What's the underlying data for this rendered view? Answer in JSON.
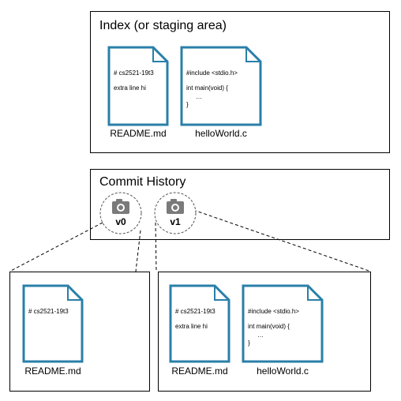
{
  "index": {
    "title": "Index (or staging area)",
    "files": [
      {
        "name": "README.md",
        "lines": [
          "# cs2521-19t3",
          "extra line hi"
        ]
      },
      {
        "name": "helloWorld.c",
        "lines": [
          "#include <stdio.h>",
          "int main(void) {",
          "…",
          "}"
        ]
      }
    ]
  },
  "history": {
    "title": "Commit History",
    "commits": [
      {
        "label": "v0",
        "icon": "camera-icon"
      },
      {
        "label": "v1",
        "icon": "camera-icon"
      }
    ]
  },
  "snapshots": [
    {
      "commit": "v0",
      "files": [
        {
          "name": "README.md",
          "lines": [
            "# cs2521-19t3"
          ]
        }
      ]
    },
    {
      "commit": "v1",
      "files": [
        {
          "name": "README.md",
          "lines": [
            "# cs2521-19t3",
            "extra line hi"
          ]
        },
        {
          "name": "helloWorld.c",
          "lines": [
            "#include <stdio.h>",
            "int main(void) {",
            "…",
            "}"
          ]
        }
      ]
    }
  ],
  "colors": {
    "doc_stroke": "#2a7fa8",
    "camera": "#7a7a7a",
    "frame": "#000000"
  }
}
